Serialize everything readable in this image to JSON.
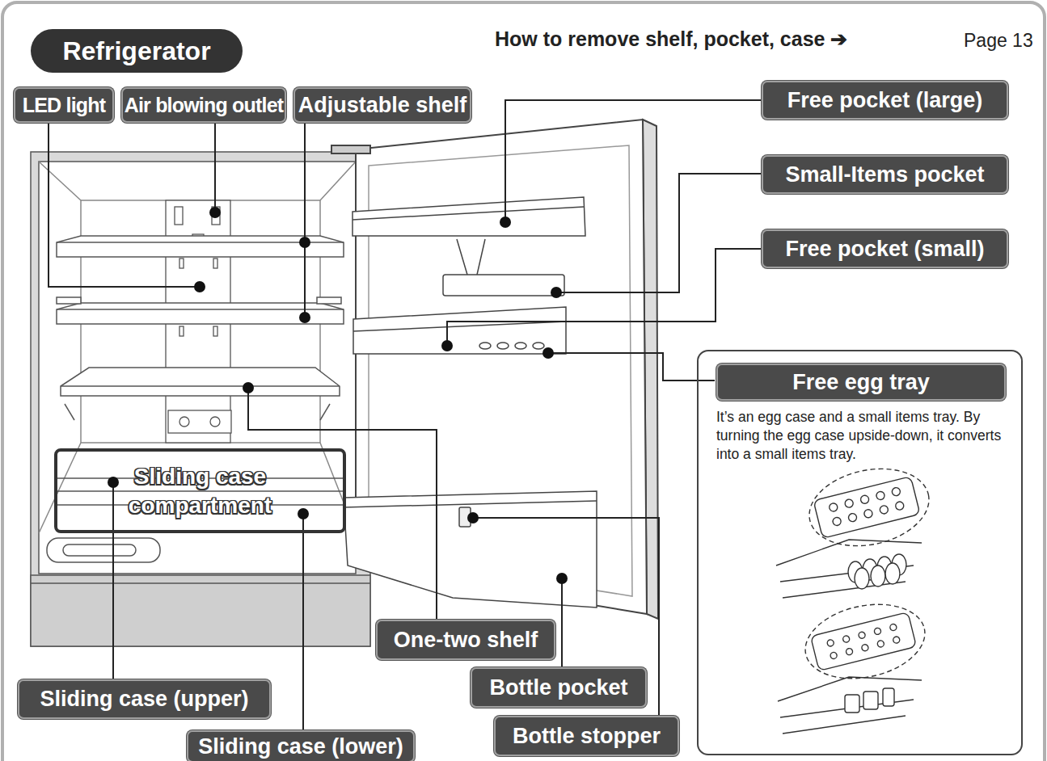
{
  "diagram": {
    "title": "Refrigerator",
    "nodes": [
      {
        "text": [
          "LED light"
        ]
      },
      {
        "text": [
          "Air blowing outlet"
        ]
      },
      {
        "text": [
          "Adjustable shelf"
        ]
      },
      {
        "text": [
          "Free pocket (large)"
        ]
      },
      {
        "text": [
          "Small-Items pocket"
        ]
      },
      {
        "text": [
          "Free pocket (small)"
        ]
      },
      {
        "text": [
          "It’s an egg case and a small items tray. By turning the egg case upside-down, it converts into a small items tray."
        ]
      },
      {
        "text": [
          "Free egg tray"
        ],
        "in": 6
      },
      {
        "text": [
          "Sliding case compartment"
        ]
      },
      {
        "text": [
          "One-two shelf"
        ]
      },
      {
        "text": [
          "Bottle pocket"
        ]
      },
      {
        "text": [
          "Sliding case (upper)"
        ]
      },
      {
        "text": [
          "Bottle stopper"
        ]
      },
      {
        "text": [
          "Sliding case (lower)"
        ]
      }
    ],
    "labels": [
      "How to remove shelf, pocket, case ➔",
      "Page 13"
    ]
  }
}
